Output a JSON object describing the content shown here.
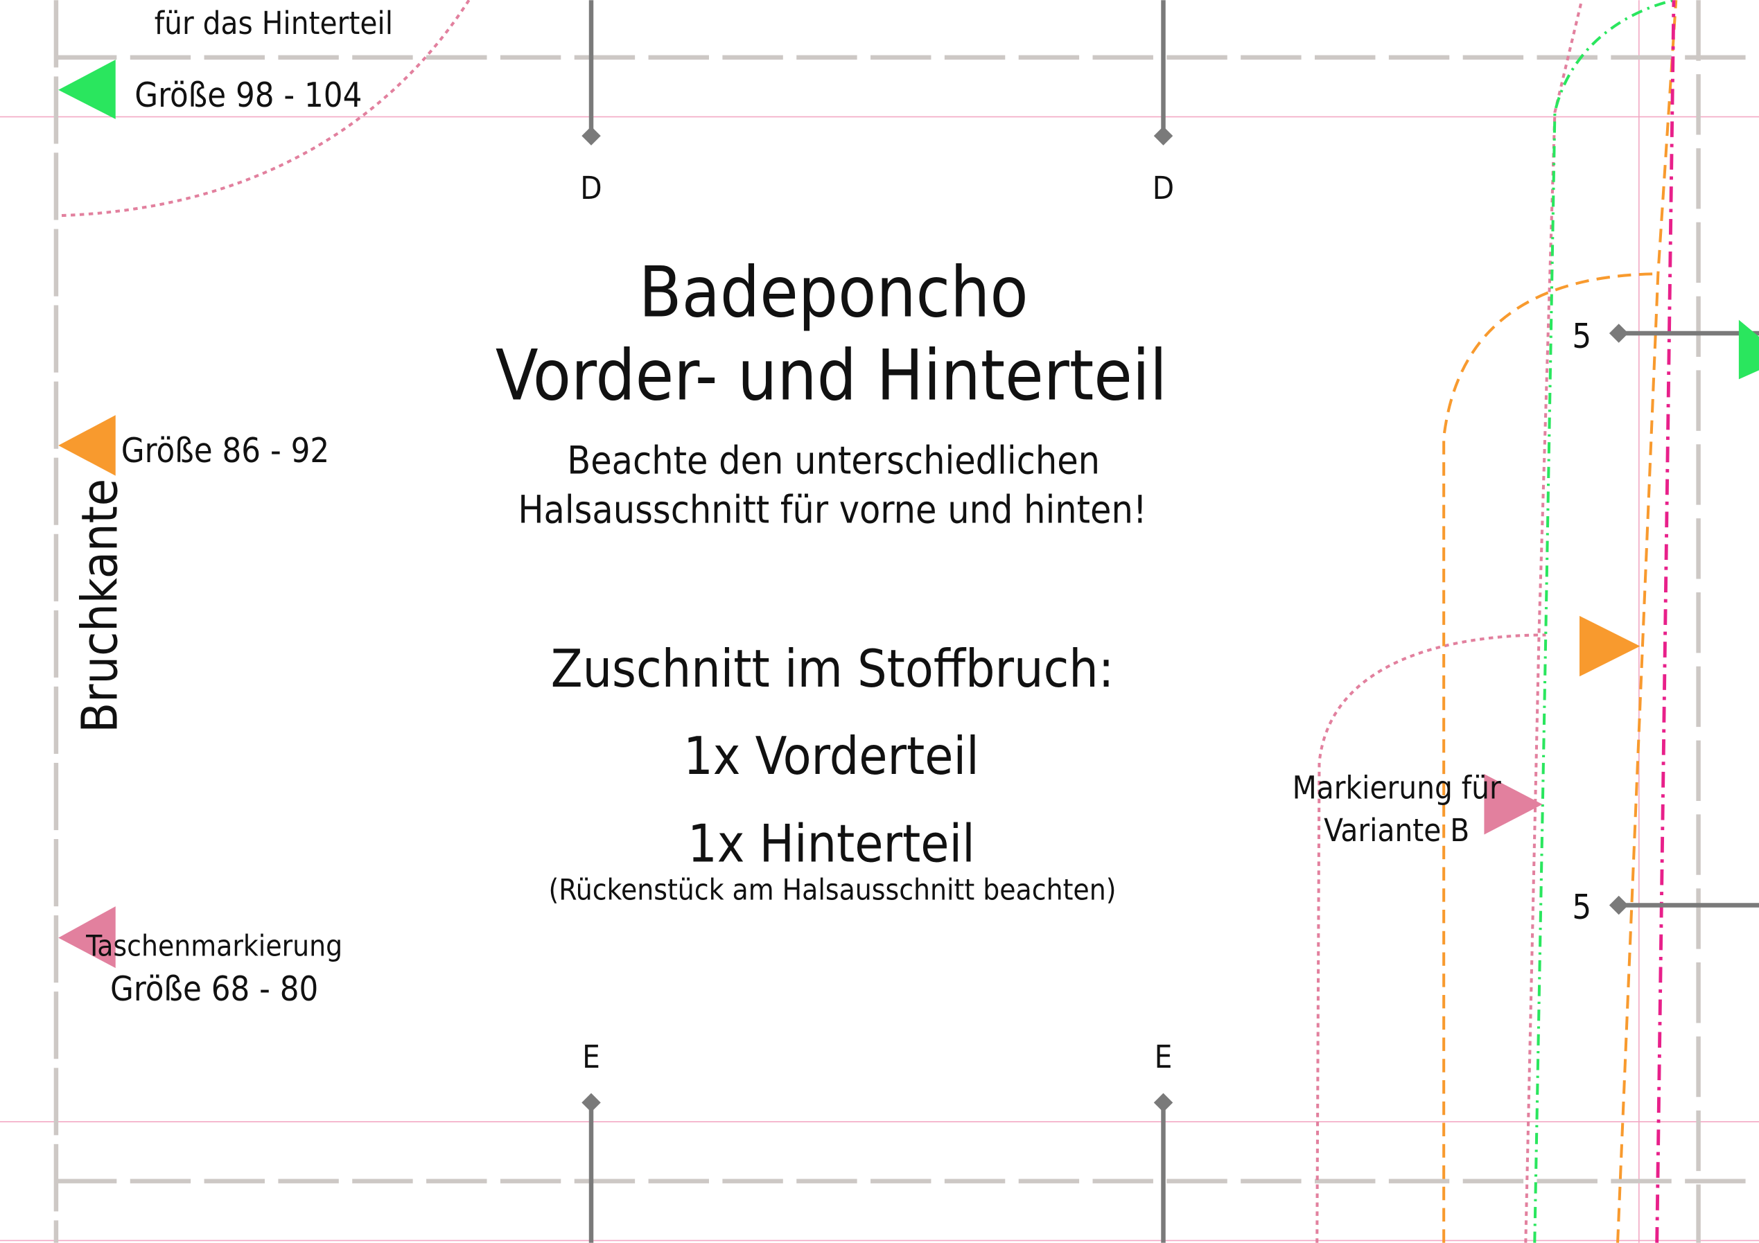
{
  "pattern": {
    "title_line1": "Badeponcho",
    "title_line2": "Vorder- und Hinterteil",
    "note_line1": "Beachte den unterschiedlichen",
    "note_line2": "Halsausschnitt für vorne und hinten!",
    "cut_heading": "Zuschnitt im Stoffbruch:",
    "cut_item1": "1x Vorderteil",
    "cut_item2": "1x Hinterteil",
    "cut_note": "(Rückenstück am Halsausschnitt beachten)",
    "fold_label": "Bruchkante",
    "top_label": "für das Hinterteil",
    "variant_label_line1": "Markierung für",
    "variant_label_line2": "Variante B"
  },
  "legend": [
    {
      "label": "Größe 98 - 104",
      "color": "#2ae65e"
    },
    {
      "label": "Größe 86 - 92",
      "color": "#f89a2e"
    },
    {
      "label_line1": "Taschenmarkierung",
      "label_line2": "Größe 68 - 80",
      "color": "#e2809e"
    }
  ],
  "markers": {
    "top_left": "D",
    "top_right": "D",
    "bottom_left": "E",
    "bottom_right": "E",
    "right_upper": "5",
    "right_lower": "5"
  },
  "colors": {
    "grey_dash": "#cdc8c5",
    "pink_line": "#f2a9c4",
    "marker_grey": "#7a7a7a",
    "magenta": "#e8208a",
    "green": "#2ae65e",
    "orange": "#f89a2e",
    "pink": "#e2809e"
  }
}
